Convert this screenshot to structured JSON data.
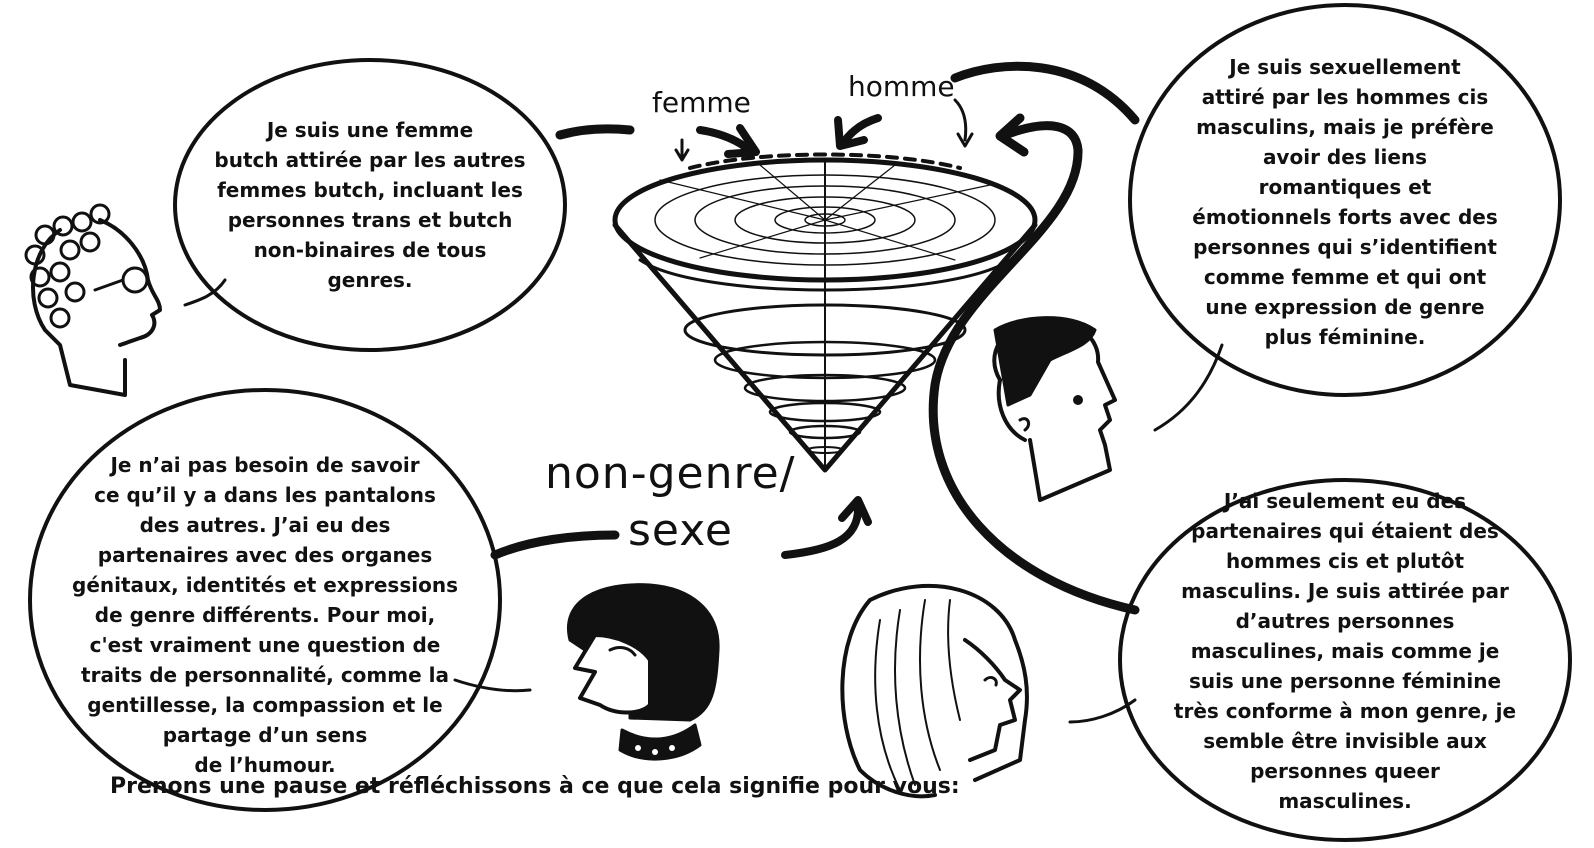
{
  "labels": {
    "femme": "femme",
    "homme": "homme",
    "non_genre_line1": "non-genre/",
    "non_genre_line2": "sexe"
  },
  "bubbles": [
    {
      "text": "Je suis une femme\nbutch attirée par les autres\nfemmes butch, incluant les\npersonnes trans et butch\nnon-binaires de tous\ngenres."
    },
    {
      "text": "Je suis sexuellement\nattiré par les hommes cis\nmasculins, mais je préfère\navoir des liens\nromantiques et\némotionnels forts avec des\npersonnes qui s’identifient\ncomme femme et qui ont\nune expression de genre\nplus féminine."
    },
    {
      "text": "Je n’ai pas besoin de savoir\nce qu’il y a dans les pantalons\ndes autres. J’ai eu des\npartenaires avec des organes\ngénitaux, identités et expressions\nde genre différents. Pour moi,\nc'est vraiment une question de\ntraits de personnalité, comme la\ngentillesse, la compassion et le\npartage d’un sens\nde l’humour."
    },
    {
      "text": "J’ai seulement eu des\npartenaires qui étaient des\nhommes cis et plutôt\nmasculins. Je suis attirée par\nd’autres personnes\nmasculines, mais comme je\nsuis une personne féminine\ntrès conforme à mon genre, je\nsemble être invisible aux\npersonnes queer\nmasculines."
    }
  ],
  "footer": "Prenons une pause et réfléchissons à ce que cela signifie pour vous:"
}
